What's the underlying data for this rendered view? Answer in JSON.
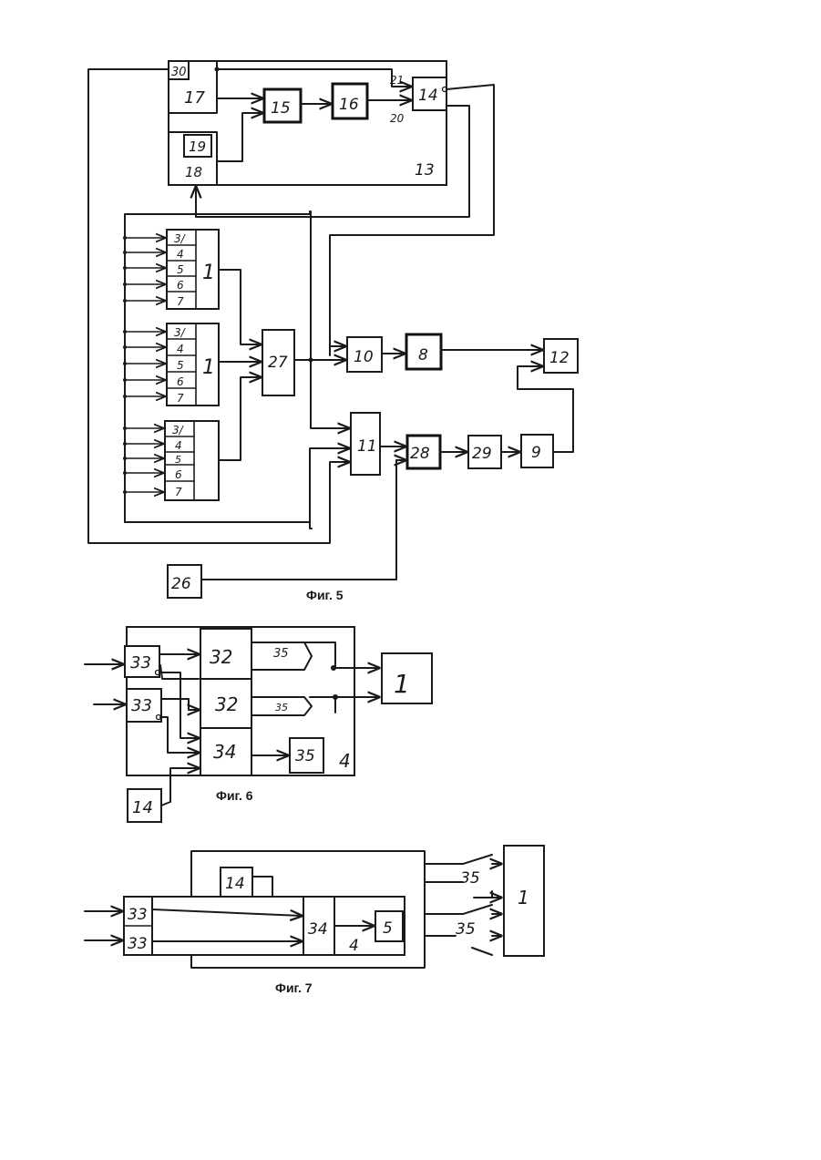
{
  "figures": [
    {
      "caption": "Фиг. 5",
      "blocks": {
        "b30": "30",
        "b17": "17",
        "b15": "15",
        "b16": "16",
        "b14": "14",
        "b19": "19",
        "b18": "18",
        "b13": "13",
        "b21": "21",
        "b20": "20",
        "b1a": "1",
        "b1b": "1",
        "b1c": "1",
        "b27": "27",
        "b10": "10",
        "b8": "8",
        "b12": "12",
        "b11": "11",
        "b28": "28",
        "b29": "29",
        "b9": "9",
        "b26": "26"
      },
      "sensor_rows": [
        "3/",
        "4",
        "5",
        "6",
        "7"
      ]
    },
    {
      "caption": "Фиг. 6",
      "blocks": {
        "b33a": "33",
        "b33b": "33",
        "b32a": "32",
        "b32b": "32",
        "b34": "34",
        "b35a": "35",
        "b35b": "35",
        "b35c": "35",
        "b4": "4",
        "b1": "1",
        "b14": "14"
      }
    },
    {
      "caption": "Фиг. 7",
      "blocks": {
        "b14": "14",
        "b33a": "33",
        "b33b": "33",
        "b34": "34",
        "b5": "5",
        "b4": "4",
        "b35a": "35",
        "b35b": "35",
        "b1": "1"
      }
    }
  ]
}
